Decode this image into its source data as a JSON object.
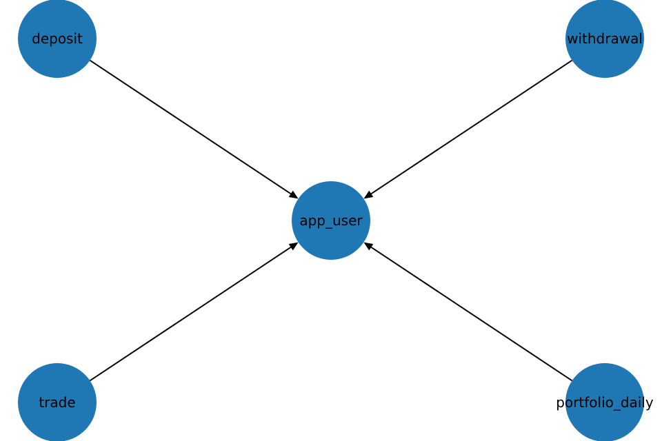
{
  "diagram": {
    "type": "directed-graph",
    "node_color": "#1f77b4",
    "edge_color": "#000000",
    "nodes": [
      {
        "id": "deposit",
        "label": "deposit"
      },
      {
        "id": "withdrawal",
        "label": "withdrawal"
      },
      {
        "id": "app_user",
        "label": "app_user"
      },
      {
        "id": "trade",
        "label": "trade"
      },
      {
        "id": "portfolio_daily",
        "label": "portfolio_daily"
      }
    ],
    "edges": [
      {
        "from": "deposit",
        "to": "app_user"
      },
      {
        "from": "withdrawal",
        "to": "app_user"
      },
      {
        "from": "trade",
        "to": "app_user"
      },
      {
        "from": "portfolio_daily",
        "to": "app_user"
      }
    ]
  }
}
